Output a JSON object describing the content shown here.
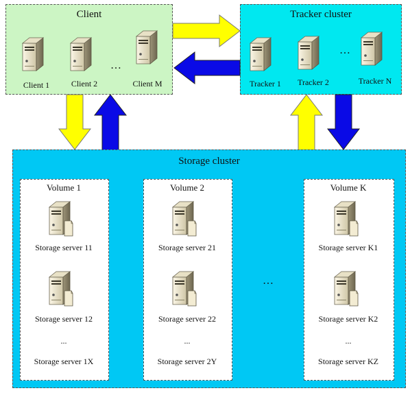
{
  "client": {
    "title": "Client",
    "nodes": [
      "Client 1",
      "Client 2",
      "Client M"
    ],
    "ellipsis": "…"
  },
  "tracker": {
    "title": "Tracker cluster",
    "nodes": [
      "Tracker 1",
      "Tracker 2",
      "Tracker N"
    ],
    "ellipsis": "…"
  },
  "storage": {
    "title": "Storage cluster",
    "middle_ellipsis": "…",
    "volumes": [
      {
        "title": "Volume 1",
        "servers": [
          "Storage server 11",
          "Storage server 12"
        ],
        "ellipsis": "...",
        "last": "Storage server 1X"
      },
      {
        "title": "Volume 2",
        "servers": [
          "Storage server 21",
          "Storage server 22"
        ],
        "ellipsis": "...",
        "last": "Storage server 2Y"
      },
      {
        "title": "Volume K",
        "servers": [
          "Storage server K1",
          "Storage server K2"
        ],
        "ellipsis": "...",
        "last": "Storage server KZ"
      }
    ]
  },
  "colors": {
    "client_bg": "#ccf5c4",
    "tracker_bg": "#00e8f0",
    "storage_bg": "#00c8f4",
    "arrow_yellow": "#ffff00",
    "arrow_blue": "#0a0ae6"
  },
  "icons": {
    "server": "tower-server-icon",
    "storage": "storage-server-icon"
  }
}
